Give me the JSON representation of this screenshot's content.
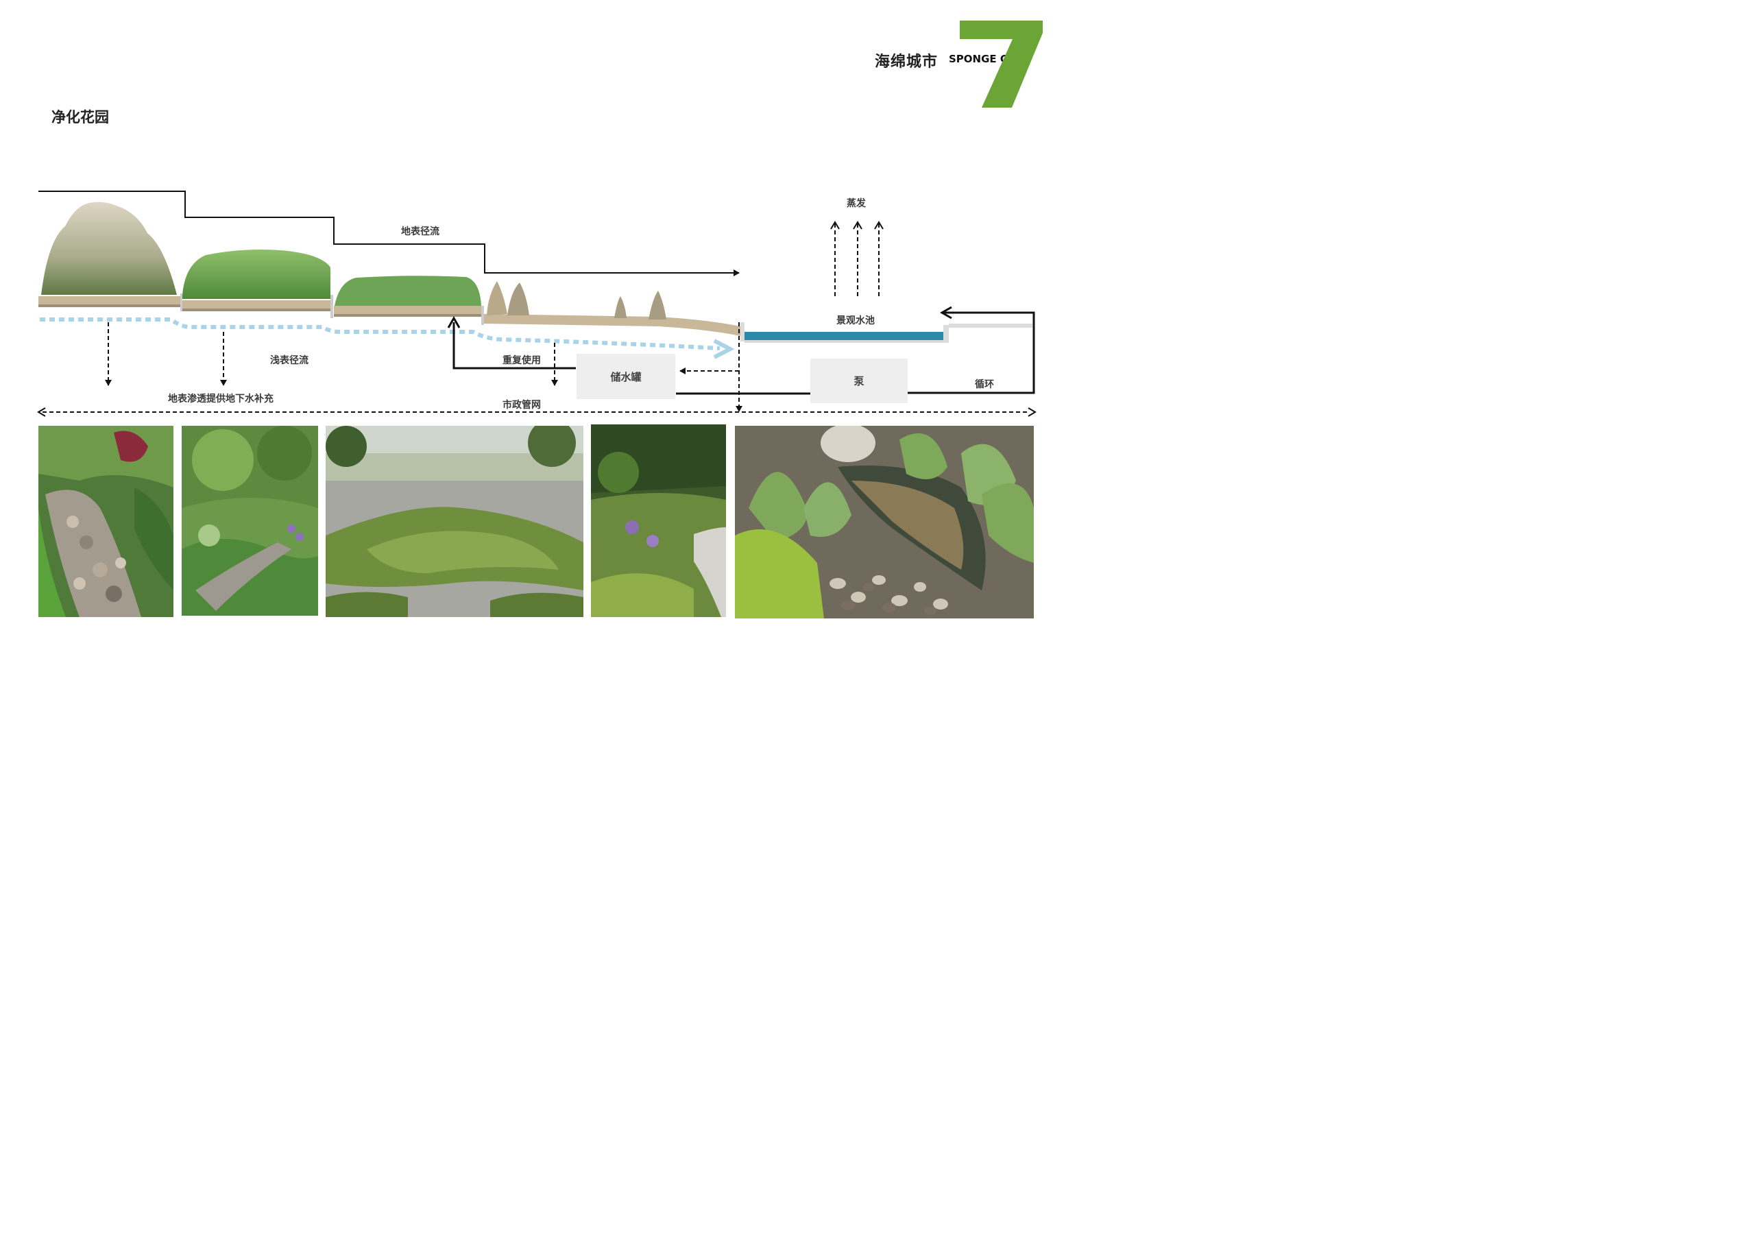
{
  "header": {
    "title_cn": "海绵城市",
    "title_en": "SPONGE CITY",
    "page_number": "7",
    "accent_color": "#6aa535"
  },
  "section": {
    "title": "净化花园"
  },
  "diagram": {
    "labels": {
      "surface_runoff": "地表径流",
      "evaporation": "蒸发",
      "landscape_pool": "景观水池",
      "shallow_runoff": "浅表径流",
      "reuse": "重复使用",
      "infiltration": "地表渗透提供地下水补充",
      "municipal_network": "市政管网",
      "circulation": "循环"
    },
    "boxes": {
      "storage_tank": "储水罐",
      "pump": "泵"
    },
    "colors": {
      "water": "#2a8aa8",
      "shallow_flow": "#a9d3e6",
      "soil": "#c9b79a",
      "box_fill": "#eeeeee"
    }
  },
  "photos": [
    {
      "name": "rain-garden-stone-channel-photo"
    },
    {
      "name": "garden-dry-creek-photo"
    },
    {
      "name": "ornamental-grass-garden-photo"
    },
    {
      "name": "meadow-planting-path-photo"
    },
    {
      "name": "pebble-stream-grasses-photo"
    }
  ]
}
